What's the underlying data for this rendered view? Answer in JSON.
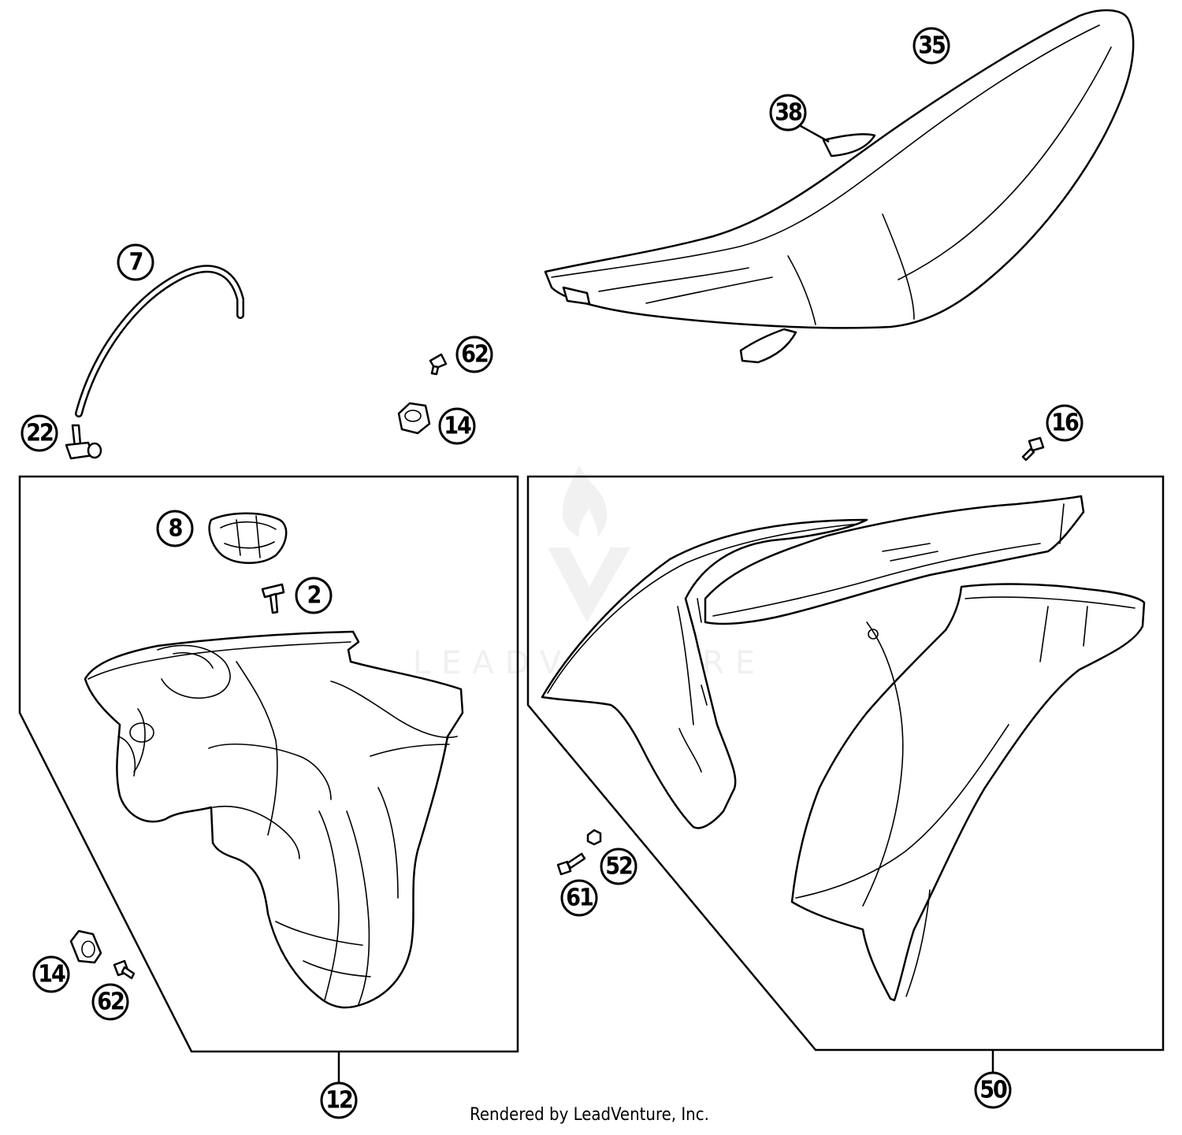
{
  "callouts": [
    {
      "id": "c35",
      "label": "35"
    },
    {
      "id": "c38",
      "label": "38"
    },
    {
      "id": "c7",
      "label": "7"
    },
    {
      "id": "c62a",
      "label": "62"
    },
    {
      "id": "c14a",
      "label": "14"
    },
    {
      "id": "c22",
      "label": "22"
    },
    {
      "id": "c16",
      "label": "16"
    },
    {
      "id": "c8",
      "label": "8"
    },
    {
      "id": "c2",
      "label": "2"
    },
    {
      "id": "c14b",
      "label": "14"
    },
    {
      "id": "c62b",
      "label": "62"
    },
    {
      "id": "c12",
      "label": "12"
    },
    {
      "id": "c52",
      "label": "52"
    },
    {
      "id": "c61",
      "label": "61"
    },
    {
      "id": "c50",
      "label": "50"
    }
  ],
  "watermark": {
    "text": "LEADVENTURE"
  },
  "footer": {
    "text": "Rendered by LeadVenture, Inc."
  }
}
